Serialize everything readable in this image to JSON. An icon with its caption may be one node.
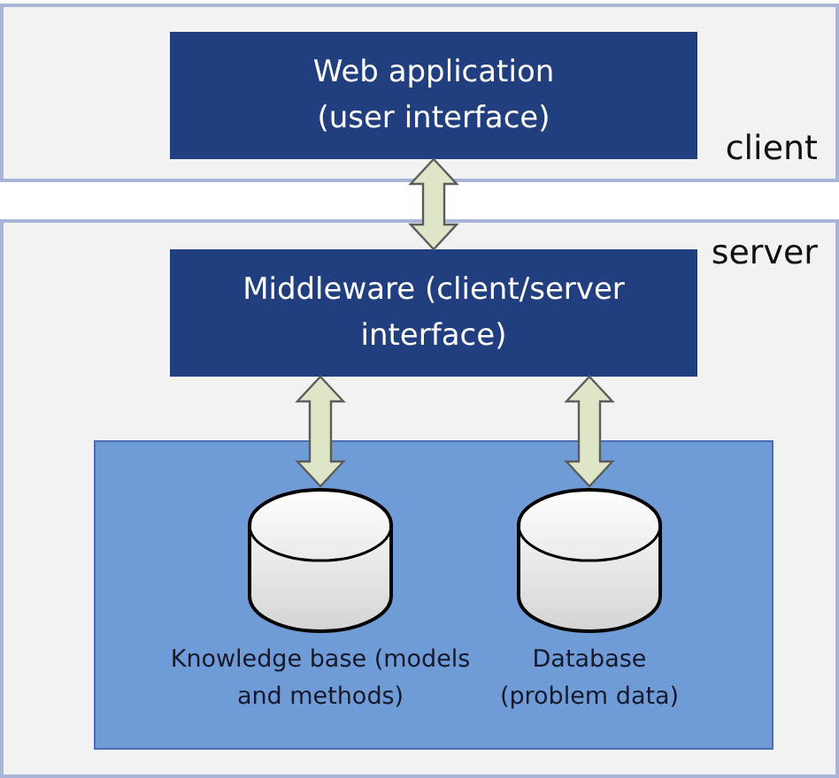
{
  "diagram": {
    "nodes": [
      {
        "text": [
          "client"
        ]
      },
      {
        "text": [
          "Web application (user interface)"
        ],
        "in": 0
      },
      {
        "text": [
          "server"
        ]
      },
      {
        "text": [
          "Middleware (client/server interface)"
        ],
        "in": 2
      },
      {
        "text": [],
        "shape": "box",
        "in": 2
      },
      {
        "text": [
          "Knowledge base (models and methods)"
        ],
        "in": 4
      },
      {
        "text": [
          "Database (problem data)"
        ],
        "in": 4
      }
    ],
    "edges": [
      {
        "from": 1,
        "to": 3,
        "arrow": "both",
        "style": "thick"
      },
      {
        "from": 3,
        "to": 5,
        "arrow": "both",
        "style": "thick"
      },
      {
        "from": 3,
        "to": 6,
        "arrow": "both",
        "style": "thick"
      }
    ]
  }
}
